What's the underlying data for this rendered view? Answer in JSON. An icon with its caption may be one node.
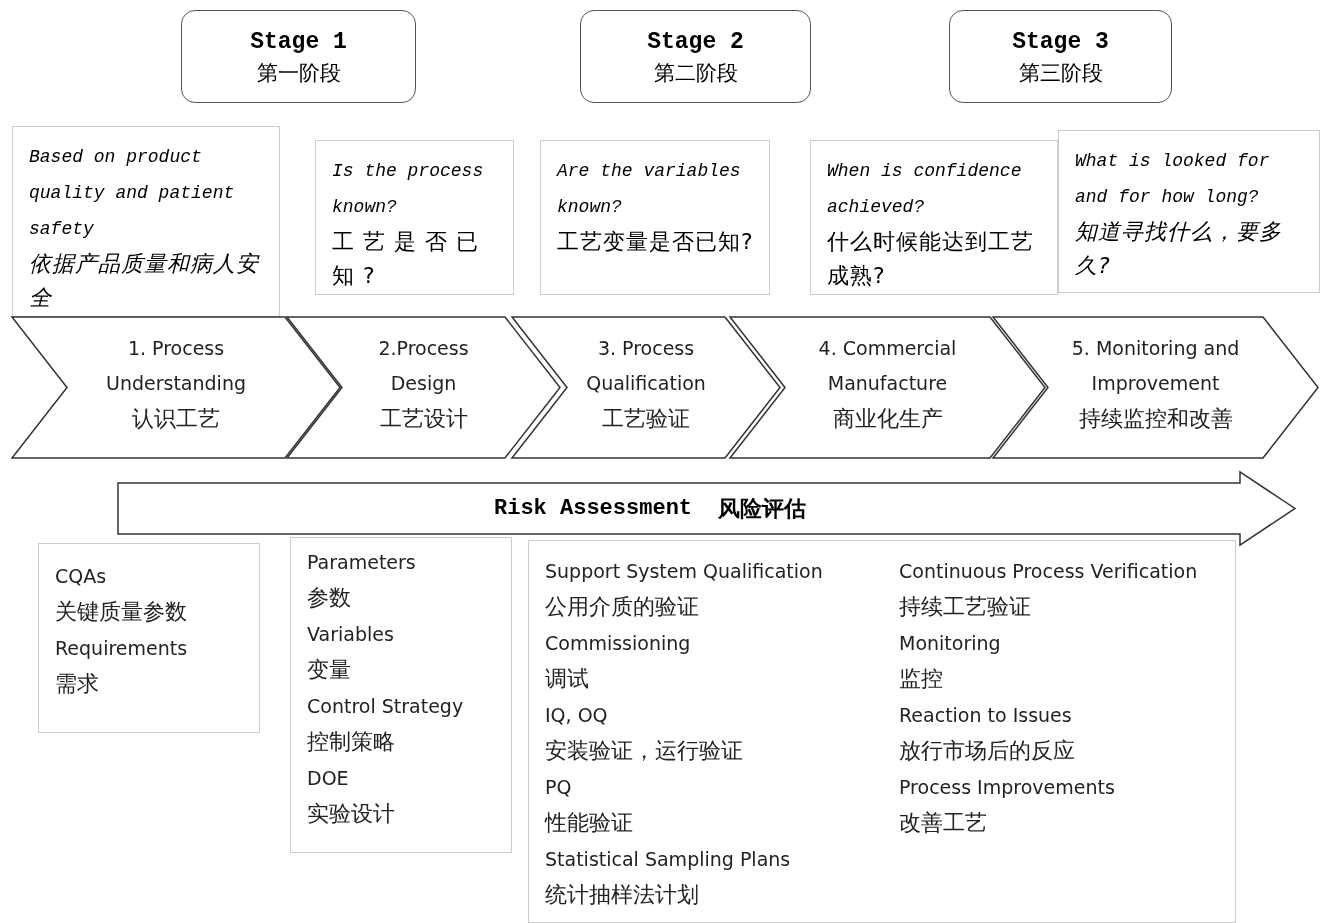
{
  "diagram": {
    "nodes": [
      {
        "text": [
          "Stage 1",
          "第一阶段"
        ]
      },
      {
        "text": [
          "Stage 2",
          "第二阶段"
        ]
      },
      {
        "text": [
          "Stage 3",
          "第三阶段"
        ]
      },
      {
        "text": [
          "Based on product quality and patient safety",
          "依据产品质量和病人安全"
        ]
      },
      {
        "text": [
          "Is the process known?",
          "工艺是否已知?"
        ]
      },
      {
        "text": [
          "Are the variables known?",
          "工艺变量是否已知?"
        ]
      },
      {
        "text": [
          "When is confidence achieved?",
          "什么时候能达到工艺成熟?"
        ]
      },
      {
        "text": [
          "What is looked for and for how long?",
          "知道寻找什么，要多久?"
        ]
      },
      {
        "text": [
          "1. Process Understanding",
          "认识工艺"
        ]
      },
      {
        "text": [
          "2.Process Design",
          "工艺设计"
        ]
      },
      {
        "text": [
          "3. Process Qualification",
          "工艺验证"
        ]
      },
      {
        "text": [
          "4. Commercial Manufacture",
          "商业化生产"
        ]
      },
      {
        "text": [
          "5. Monitoring and Improvement",
          "持续监控和改善"
        ]
      },
      {
        "text": [
          "Risk Assessment",
          "风险评估"
        ]
      },
      {
        "text": [
          "CQAs",
          "关键质量参数",
          "Requirements",
          "需求"
        ]
      },
      {
        "text": [
          "Parameters",
          "参数",
          "Variables",
          "变量",
          "Control Strategy",
          "控制策略",
          "DOE",
          "实验设计"
        ]
      },
      {
        "text": [
          "Support System Qualification",
          "公用介质的验证",
          "Commissioning",
          "调试",
          "IQ, OQ",
          "安装验证，运行验证",
          "PQ",
          "性能验证",
          "Statistical Sampling Plans",
          "统计抽样法计划",
          "Continuous Process Verification",
          "持续工艺验证",
          "Monitoring",
          "监控",
          "Reaction to Issues",
          "放行市场后的反应",
          "Process Improvements",
          "改善工艺"
        ]
      }
    ]
  }
}
